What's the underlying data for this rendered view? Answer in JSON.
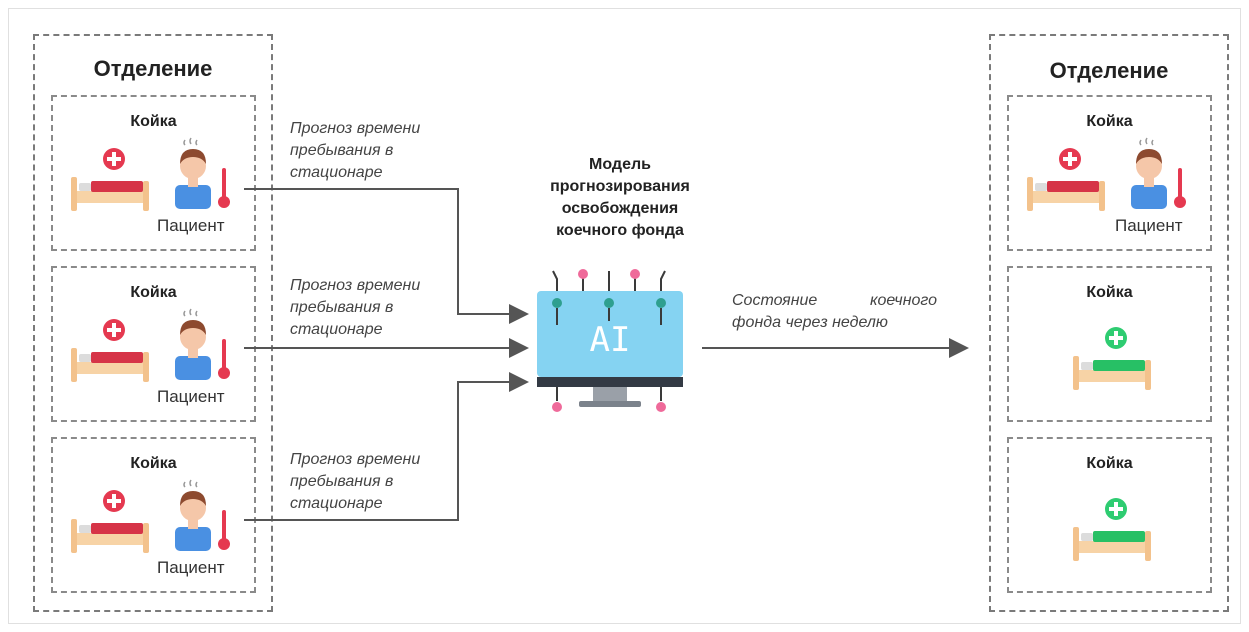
{
  "left_department": {
    "title": "Отделение",
    "beds": [
      {
        "title": "Койка",
        "patient": "Пациент",
        "forecast": "Прогноз времени пребывания в стационаре"
      },
      {
        "title": "Койка",
        "patient": "Пациент",
        "forecast": "Прогноз времени пребывания в стационаре"
      },
      {
        "title": "Койка",
        "patient": "Пациент",
        "forecast": "Прогноз времени пребывания в стационаре"
      }
    ]
  },
  "model": {
    "title_lines": [
      "Модель",
      "прогнозирования",
      "освобождения",
      "коечного фонда"
    ],
    "screen_text": "AI"
  },
  "output": {
    "label_line1_a": "Состояние",
    "label_line1_b": "коечного",
    "label_line2": "фонда через неделю"
  },
  "right_department": {
    "title": "Отделение",
    "beds": [
      {
        "title": "Койка",
        "patient": "Пациент",
        "status": "occupied"
      },
      {
        "title": "Койка",
        "status": "free"
      },
      {
        "title": "Койка",
        "status": "free"
      }
    ]
  },
  "colors": {
    "occupied": "#e53950",
    "free": "#2ecc71",
    "arrow": "#555555",
    "dash": "#7a7a7a"
  },
  "icons": [
    "hospital-bed-icon",
    "patient-icon",
    "thermometer-icon",
    "ai-monitor-icon"
  ]
}
